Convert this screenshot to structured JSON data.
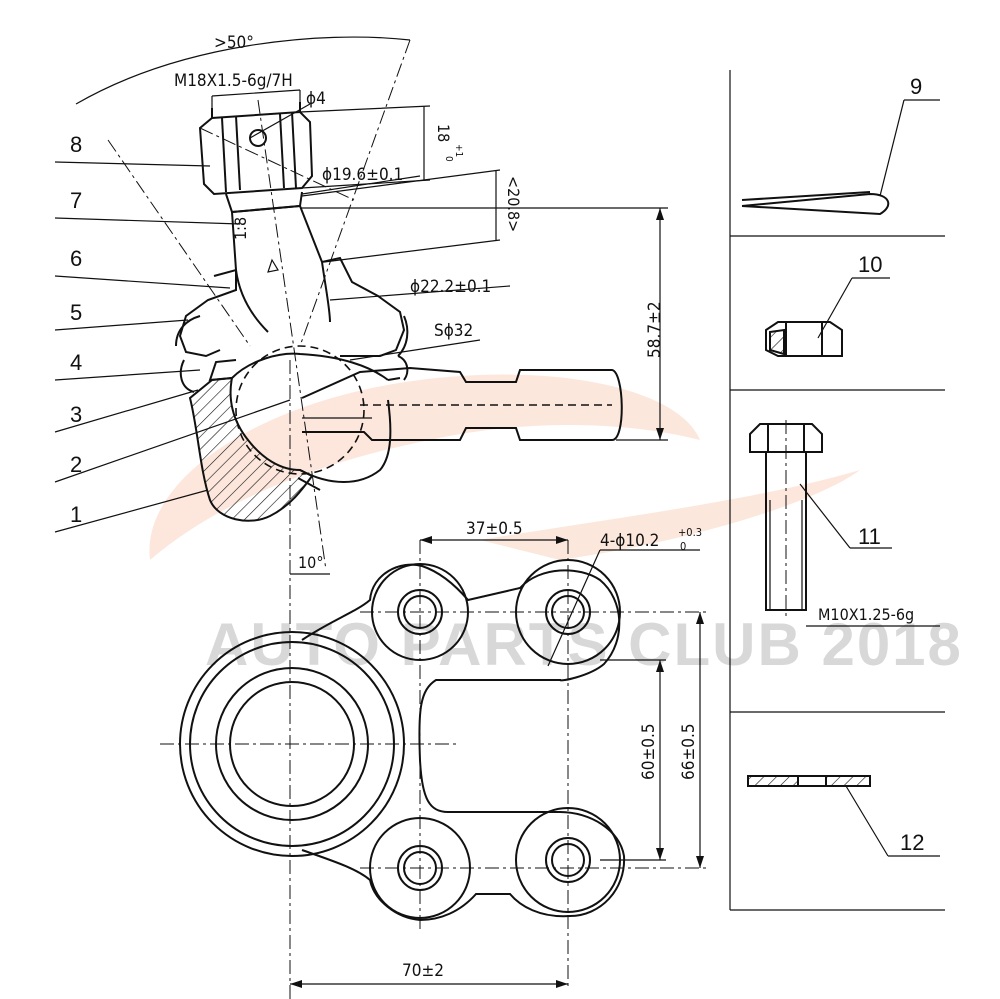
{
  "watermark": "AUTO PARTS CLUB 2018",
  "callouts": [
    "1",
    "2",
    "3",
    "4",
    "5",
    "6",
    "7",
    "8",
    "9",
    "10",
    "11",
    "12"
  ],
  "dimensions": {
    "angle_cone": ">50°",
    "thread": "M18X1.5-6g/7H",
    "hole_dia": "ϕ4",
    "nut_height": "18",
    "nut_height_tol_upper": "+1",
    "nut_height_tol_lower": "0",
    "shank_dia": "ϕ19.6±0.1",
    "ref_length": "<20.8>",
    "taper": "1:8",
    "boot_dia": "ϕ22.2±0.1",
    "ball_dia": "Sϕ32",
    "height": "58.7±2",
    "tilt_angle": "10°",
    "hole_spacing_x": "37±0.5",
    "holes": "4-ϕ10.2",
    "holes_tol_upper": "+0.3",
    "holes_tol_lower": "0",
    "hole_spacing_y1": "60±0.5",
    "hole_spacing_y2": "66±0.5",
    "overall_x": "70±2",
    "bolt_thread": "M10X1.25-6g"
  }
}
